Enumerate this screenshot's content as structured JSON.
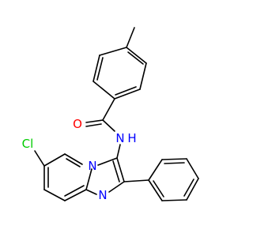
{
  "molecule": {
    "atom_labels": {
      "oxygen": "O",
      "amide_nh": "N",
      "amide_h": "H",
      "chlorine": "Cl",
      "bridgehead_n": "N",
      "imine_n": "N"
    }
  },
  "colors": {
    "bond": "#000000",
    "oxygen": "#ff0000",
    "nitrogen": "#0000ff",
    "chlorine": "#00cc00"
  }
}
